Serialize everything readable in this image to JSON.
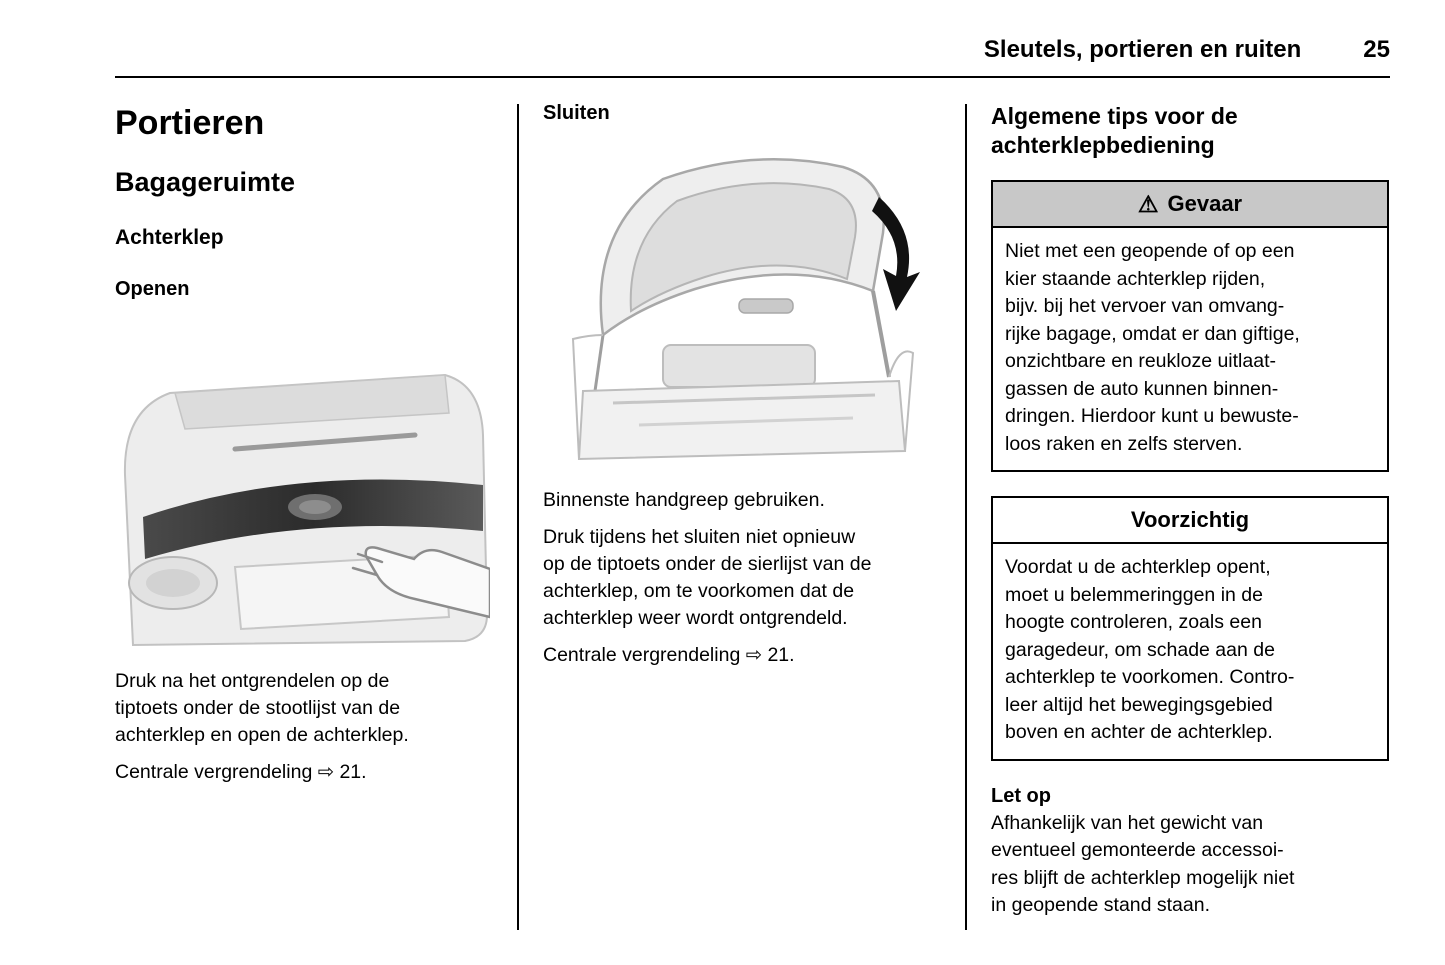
{
  "header": {
    "title": "Sleutels, portieren en ruiten",
    "page_number": "25"
  },
  "col1": {
    "heading": "Portieren",
    "subheading": "Bagageruimte",
    "section_title": "Achterklep",
    "open_label": "Openen",
    "para1": "Druk na het ontgrendelen op de\ntiptoets onder de stootlijst van de\nachterklep en open de achterklep.",
    "para2": "Centrale vergrendeling ⇨ 21."
  },
  "col2": {
    "close_label": "Sluiten",
    "para1": "Binnenste handgreep gebruiken.",
    "para2": "Druk tijdens het sluiten niet opnieuw\nop de tiptoets onder de sierlijst van de\nachterklep, om te voorkomen dat de\nachterklep weer wordt ontgrendeld.",
    "para3": "Centrale vergrendeling ⇨ 21."
  },
  "col3": {
    "heading": "Algemene tips voor de\nachterklepbediening",
    "danger_box": {
      "icon": "⚠",
      "title": "Gevaar",
      "body": "Niet met een geopende of op een\nkier staande achterklep rijden,\nbijv. bij het vervoer van omvang-\nrijke bagage, omdat er dan giftige,\nonzichtbare en reukloze uitlaat-\ngassen de auto kunnen binnen-\ndringen. Hierdoor kunt u bewuste-\nloos raken en zelfs sterven."
    },
    "caution_box": {
      "title": "Voorzichtig",
      "body": "Voordat u de achterklep opent,\nmoet u belemmeringgen in de\nhoogte controleren, zoals een\ngaragedeur, om schade aan de\nachterklep te voorkomen. Contro-\nleer altijd het bewegingsgebied\nboven en achter de achterklep."
    },
    "note": {
      "title": "Let op",
      "body": "Afhankelijk van het gewicht van\neventueel gemonteerde accessoi-\nres blijft de achterklep mogelijk niet\nin geopende stand staan."
    }
  },
  "colors": {
    "text": "#000000",
    "danger_header_bg": "#c8c8c8",
    "border": "#000000"
  }
}
